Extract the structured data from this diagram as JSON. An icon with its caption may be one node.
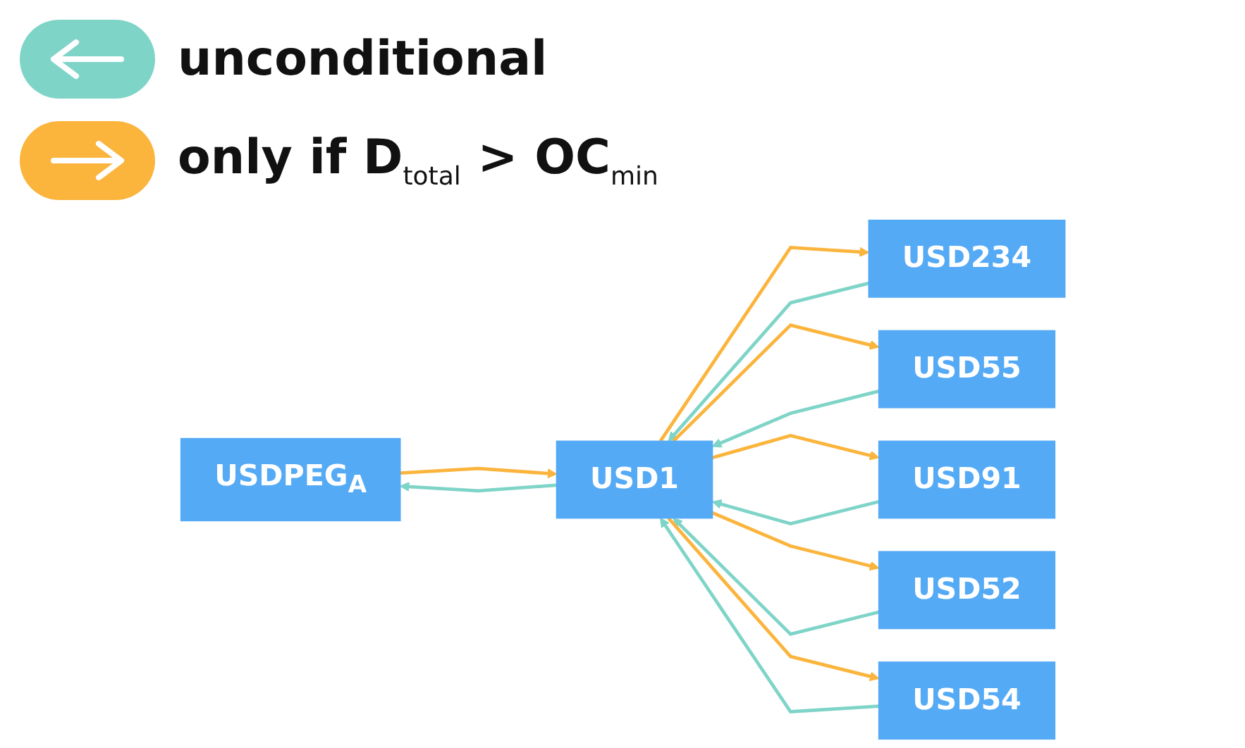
{
  "diagram": {
    "nodes": [
      {
        "text": [
          "USDPEG$_{A}$"
        ]
      },
      {
        "text": [
          "USD1"
        ]
      },
      {
        "text": [
          "USD234"
        ]
      },
      {
        "text": [
          "USD55"
        ]
      },
      {
        "text": [
          "USD91"
        ]
      },
      {
        "text": [
          "USD52"
        ]
      },
      {
        "text": [
          "USD54"
        ]
      }
    ],
    "edges": [
      {
        "from": 1,
        "to": 0,
        "arrow": "to",
        "color": "#7fd4c8"
      },
      {
        "from": 0,
        "to": 1,
        "arrow": "to",
        "color": "#fbb43c"
      },
      {
        "from": 2,
        "to": 1,
        "arrow": "to",
        "color": "#7fd4c8"
      },
      {
        "from": 1,
        "to": 2,
        "arrow": "to",
        "color": "#fbb43c"
      },
      {
        "from": 3,
        "to": 1,
        "arrow": "to",
        "color": "#7fd4c8"
      },
      {
        "from": 1,
        "to": 3,
        "arrow": "to",
        "color": "#fbb43c"
      },
      {
        "from": 4,
        "to": 1,
        "arrow": "to",
        "color": "#7fd4c8"
      },
      {
        "from": 1,
        "to": 4,
        "arrow": "to",
        "color": "#fbb43c"
      },
      {
        "from": 5,
        "to": 1,
        "arrow": "to",
        "color": "#7fd4c8"
      },
      {
        "from": 1,
        "to": 5,
        "arrow": "to",
        "color": "#fbb43c"
      },
      {
        "from": 6,
        "to": 1,
        "arrow": "to",
        "color": "#7fd4c8"
      },
      {
        "from": 1,
        "to": 6,
        "arrow": "to",
        "color": "#fbb43c"
      }
    ],
    "legend": [
      {
        "text": "unconditional",
        "color": "#7fd4c8"
      },
      {
        "text": "only if D$_{total}$ > OC$_{min}$",
        "color": "#fbb43c"
      }
    ]
  }
}
